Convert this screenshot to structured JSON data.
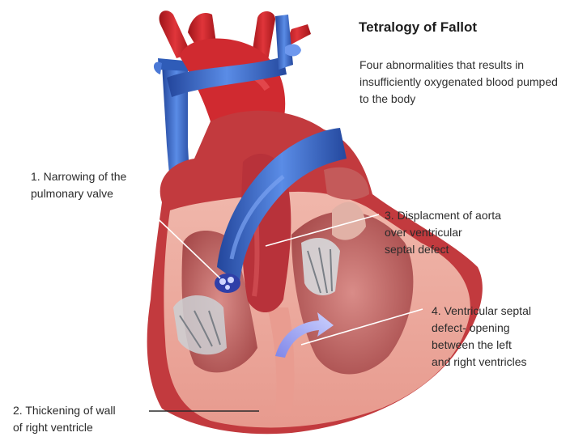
{
  "header": {
    "title": "Tetralogy of Fallot",
    "subtitle": "Four abnormalities that results in insufficiently oxygenated blood pumped to the body"
  },
  "labels": [
    {
      "number": "1.",
      "text": "Narrowing of the\npulmonary valve"
    },
    {
      "number": "2.",
      "text": "Thickening of wall\nof right ventricle"
    },
    {
      "number": "3.",
      "text": "Displacment of aorta\nover ventricular\nseptal defect"
    },
    {
      "number": "4.",
      "text": "Ventricular septal\ndefect- opening\nbetween the left\nand right ventricles"
    }
  ],
  "colors": {
    "artery_red": "#d42a2f",
    "vein_blue": "#3a6fd0",
    "myocardium": "#e9a59b",
    "wall_inner": "#f3c4b8",
    "leader_line": "#ffffff"
  }
}
